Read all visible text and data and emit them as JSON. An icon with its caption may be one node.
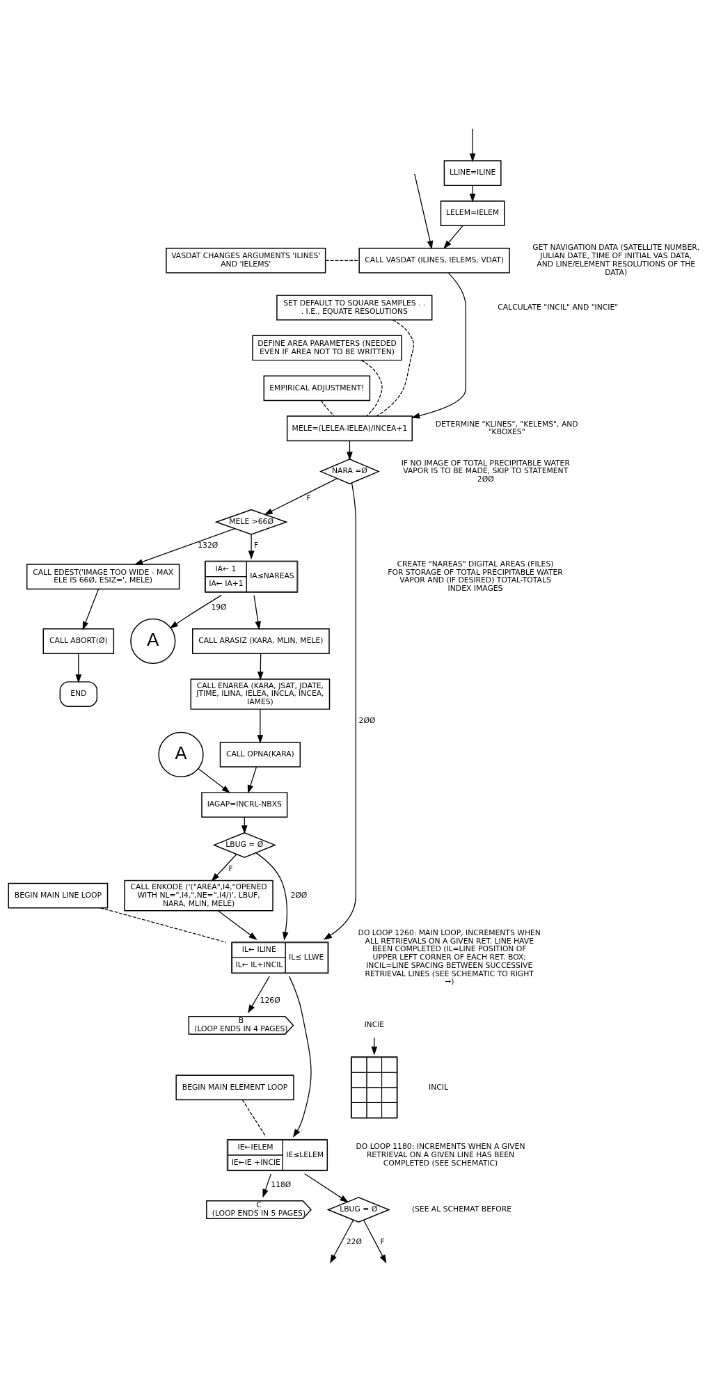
{
  "diagram": {
    "nodes": [
      {
        "text": [
          "LLINE=ILINE"
        ]
      },
      {
        "text": [
          "LELEM=IELEM"
        ]
      },
      {
        "text": [
          "VASDAT CHANGES ARGUMENTS 'ILINES' AND 'IELEMS'"
        ]
      },
      {
        "text": [
          "CALL VASDAT (ILINES, IELEMS, VDAT)"
        ]
      },
      {
        "text": [
          "SET DEFAULT TO SQUARE SAMPLES . . . I.E., EQUATE RESOLUTIONS"
        ]
      },
      {
        "text": [
          "DEFINE AREA PARAMETERS (NEEDED EVEN IF AREA NOT TO BE WRITTEN)"
        ]
      },
      {
        "text": [
          "EMPIRICAL ADJUSTMENT!"
        ]
      },
      {
        "text": [
          "MELE=(LELEA-IELEA)/INCEA+1"
        ]
      },
      {
        "text": [
          "NARA =Ø"
        ]
      },
      {
        "text": [
          "MELE >66Ø"
        ]
      },
      {
        "text": [
          "CALL EDEST('IMAGE TOO WIDE - MAX ELE IS 66Ø, ESIZ=', MELE)"
        ]
      },
      {
        "text": [
          "CALL ABORT(Ø)"
        ]
      },
      {
        "text": [
          "END"
        ]
      },
      {
        "text": [
          "IA← 1",
          "IA≤NAREAS",
          "IA← IA+1"
        ]
      },
      {
        "text": [
          "A"
        ]
      },
      {
        "text": [
          "CALL ARASIZ (KARA, MLIN, MELE)"
        ]
      },
      {
        "text": [
          "CALL ENAREA (KARA, JSAT, JDATE, JTIME, ILINA, IELEA, INCLA, INCEA, IAMES)"
        ]
      },
      {
        "text": [
          "CALL OPNA(KARA)"
        ]
      },
      {
        "text": [
          "A"
        ]
      },
      {
        "text": [
          "IAGAP=INCRL-NBXS"
        ]
      },
      {
        "text": [
          "LBUG = Ø"
        ]
      },
      {
        "text": [
          "CALL ENKODE ('(\"AREA\",I4,\"OPENED WITH NL=\",I4,\",NE=\",I4/)', LBUF, NARA, MLIN, MELE)"
        ]
      },
      {
        "text": [
          "BEGIN MAIN LINE LOOP"
        ]
      },
      {
        "text": [
          "IL← ILINE",
          "IL≤ LLWE",
          "IL← IL+INCIL"
        ]
      },
      {
        "text": [
          "B",
          "(LOOP ENDS IN 4 PAGES)"
        ]
      },
      {
        "text": [
          "BEGIN MAIN ELEMENT LOOP"
        ]
      },
      {
        "text": [
          "IE←IELEM",
          "IE≤LELEM",
          "IE←IE +INCIE"
        ]
      },
      {
        "text": [
          "C",
          "(LOOP ENDS IN 5 PAGES)"
        ]
      },
      {
        "text": [
          "LBUG = Ø"
        ]
      },
      {
        "text": [],
        "shape": "grid"
      },
      {
        "text": [
          "INCIE"
        ]
      }
    ],
    "edges": [
      {
        "from": null,
        "to": 0,
        "arrow": "to"
      },
      {
        "from": 0,
        "to": 1,
        "arrow": "to"
      },
      {
        "from": 1,
        "to": 3,
        "arrow": "to"
      },
      {
        "from": null,
        "to": 3,
        "arrow": "to"
      },
      {
        "from": 2,
        "to": 3,
        "arrow": "none",
        "style": "dashed"
      },
      {
        "from": 3,
        "to": 7,
        "arrow": "to"
      },
      {
        "from": 4,
        "to": 7,
        "arrow": "none",
        "style": "dashed"
      },
      {
        "from": 5,
        "to": 7,
        "arrow": "none",
        "style": "dashed"
      },
      {
        "from": 6,
        "to": 7,
        "arrow": "none",
        "style": "dashed"
      },
      {
        "from": 7,
        "to": 8,
        "arrow": "to"
      },
      {
        "from": 8,
        "to": 9,
        "arrow": "to",
        "label": "F"
      },
      {
        "from": 8,
        "to": 23,
        "arrow": "to",
        "label": "2ØØ"
      },
      {
        "from": 9,
        "to": 10,
        "arrow": "to",
        "label": "132Ø"
      },
      {
        "from": 10,
        "to": 11,
        "arrow": "to"
      },
      {
        "from": 11,
        "to": 12,
        "arrow": "to"
      },
      {
        "from": 9,
        "to": 13,
        "arrow": "to",
        "label": "F"
      },
      {
        "from": 13,
        "to": 14,
        "arrow": "to",
        "label": "19Ø"
      },
      {
        "from": 13,
        "to": 15,
        "arrow": "to"
      },
      {
        "from": 15,
        "to": 16,
        "arrow": "to"
      },
      {
        "from": 16,
        "to": 17,
        "arrow": "to"
      },
      {
        "from": 17,
        "to": 19,
        "arrow": "to"
      },
      {
        "from": 18,
        "to": 19,
        "arrow": "to"
      },
      {
        "from": 19,
        "to": 20,
        "arrow": "to"
      },
      {
        "from": 20,
        "to": 23,
        "arrow": "to",
        "label": "2ØØ"
      },
      {
        "from": 20,
        "to": 21,
        "arrow": "to",
        "label": "F"
      },
      {
        "from": 21,
        "to": 23,
        "arrow": "to"
      },
      {
        "from": 22,
        "to": 23,
        "arrow": "none",
        "style": "dashed"
      },
      {
        "from": 23,
        "to": 24,
        "arrow": "to",
        "label": "126Ø"
      },
      {
        "from": 23,
        "to": 26,
        "arrow": "to"
      },
      {
        "from": 25,
        "to": 26,
        "arrow": "none",
        "style": "dashed"
      },
      {
        "from": 26,
        "to": 27,
        "arrow": "to",
        "label": "118Ø"
      },
      {
        "from": 26,
        "to": 28,
        "arrow": "to"
      },
      {
        "from": 28,
        "to": null,
        "arrow": "to",
        "label": "22Ø"
      },
      {
        "from": 28,
        "to": null,
        "arrow": "to",
        "label": "F"
      },
      {
        "from": 30,
        "to": 29,
        "arrow": "to"
      }
    ],
    "labels": [
      "GET NAVIGATION DATA (SATELLITE NUMBER, JULIAN DATE, TIME OF INITIAL VAS DATA, AND LINE/ELEMENT RESOLUTIONS OF THE DATA)",
      "CALCULATE \"INCIL\" AND \"INCIE\"",
      "DETERMINE \"KLINES\", \"KELEMS\", AND \"KBOXES\"",
      "IF NO IMAGE OF TOTAL PRECIPITABLE WATER VAPOR IS TO BE MADE, SKIP TO STATEMENT 2ØØ",
      "CREATE \"NAREAS\" DIGITAL AREAS (FILES) FOR STORAGE OF TOTAL PRECIPITABLE WATER VAPOR AND (IF DESIRED) TOTAL-TOTALS INDEX IMAGES",
      "DO LOOP 1260: MAIN LOOP, INCREMENTS WHEN ALL RETRIEVALS ON A GIVEN RET. LINE HAVE BEEN COMPLETED (IL=LINE POSITION OF UPPER LEFT CORNER OF EACH RET. BOX; INCIL=LINE SPACING BETWEEN SUCCESSIVE RETRIEVAL LINES (SEE SCHEMATIC TO RIGHT →)",
      "DO LOOP 1180: INCREMENTS WHEN A GIVEN RETRIEVAL ON A GIVEN LINE HAS BEEN COMPLETED (SEE SCHEMATIC)",
      "INCIL",
      "(SEE AL SCHEMAT BEFORE"
    ]
  }
}
